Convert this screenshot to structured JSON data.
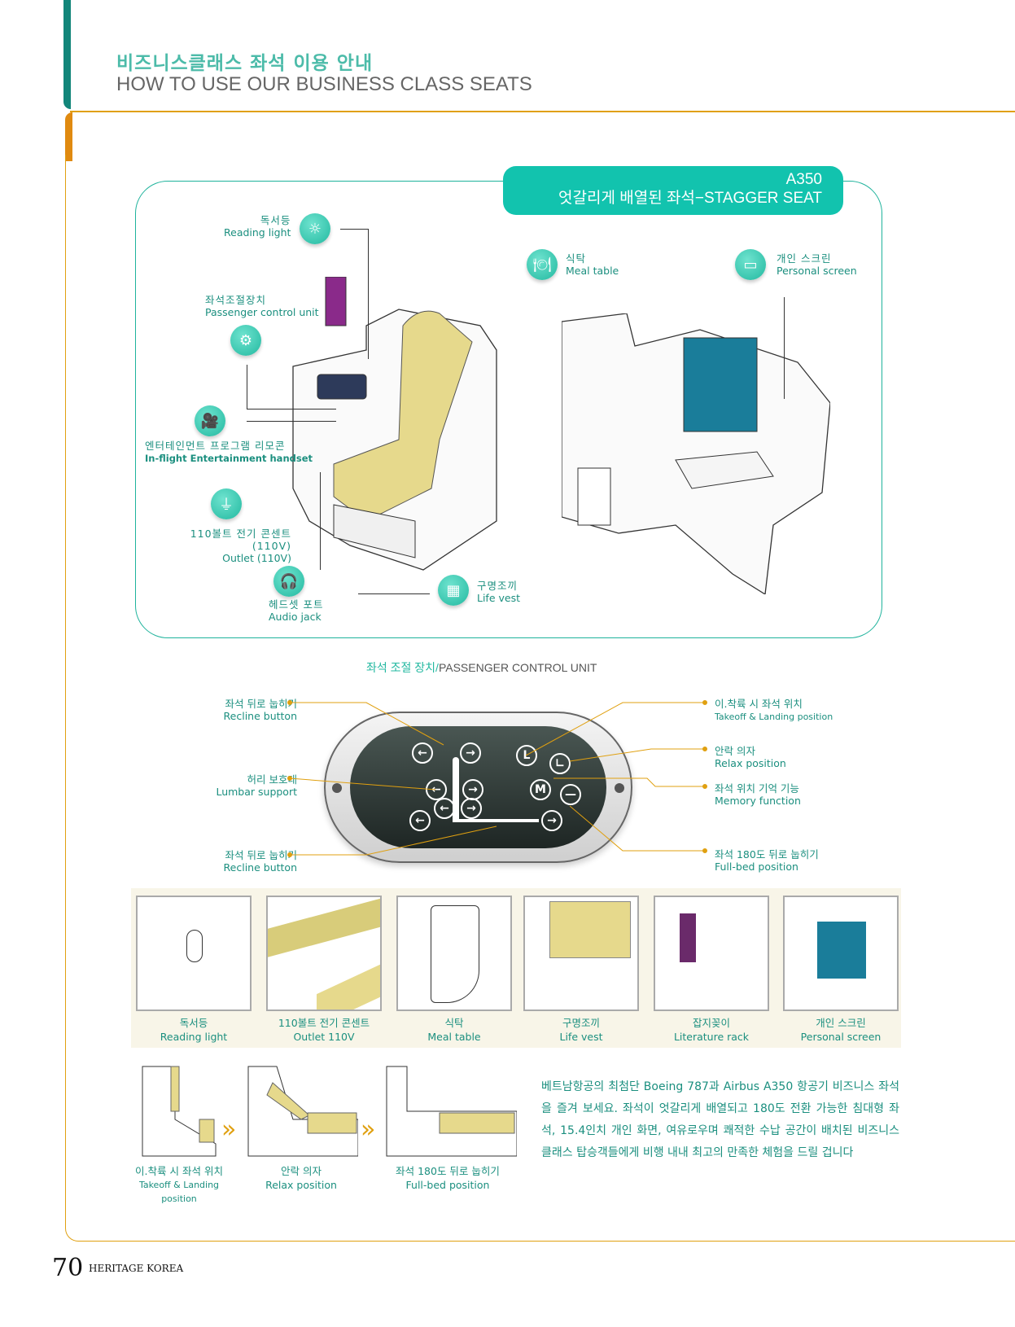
{
  "header": {
    "title_ko": "비즈니스클래스 좌석 이용 안내",
    "title_en": "HOW TO USE OUR BUSINESS CLASS SEATS"
  },
  "badge": {
    "model": "A350",
    "subtitle": "엇갈리게 배열된 좌석−STAGGER SEAT"
  },
  "seat_features": [
    {
      "ko": "독서등",
      "en": "Reading light",
      "icon": "lightbulb-icon"
    },
    {
      "ko": "좌석조절장치",
      "en": "Passenger control unit",
      "icon": "gear-icon"
    },
    {
      "ko": "엔터테인먼트 프로그램 리모콘",
      "en": "In-flight Entertainment handset",
      "icon": "remote-icon"
    },
    {
      "ko": "110볼트 전기 콘센트 (110V)",
      "en": "Outlet (110V)",
      "icon": "outlet-icon"
    },
    {
      "ko": "헤드셋 포트",
      "en": "Audio jack",
      "icon": "headphones-icon"
    },
    {
      "ko": "구명조끼",
      "en": "Life vest",
      "icon": "life-vest-icon"
    },
    {
      "ko": "식탁",
      "en": "Meal table",
      "icon": "meal-icon"
    },
    {
      "ko": "개인 스크린",
      "en": "Personal screen",
      "icon": "screen-icon"
    }
  ],
  "control_unit": {
    "title_ko": "좌석 조절 장치/",
    "title_en": "PASSENGER CONTROL UNIT",
    "buttons": {
      "takeoff": "L",
      "relax": "∟",
      "memory": "M",
      "fullbed": "—"
    },
    "callouts": [
      {
        "ko": "좌석 뒤로 눕히기",
        "en": "Recline button"
      },
      {
        "ko": "허리 보호대",
        "en": "Lumbar support"
      },
      {
        "ko": "좌석 뒤로 눕히기",
        "en": "Recline button"
      },
      {
        "ko": "이.착륙 시 좌석 위치",
        "en": "Takeoff & Landing position"
      },
      {
        "ko": "안락 의자",
        "en": "Relax position"
      },
      {
        "ko": "좌석 위치 기억 기능",
        "en": "Memory function"
      },
      {
        "ko": "좌석 180도 뒤로 눕히기",
        "en": "Full-bed position"
      }
    ]
  },
  "thumbnails": [
    {
      "ko": "독서등",
      "en": "Reading light"
    },
    {
      "ko": "110볼트 전기 콘센트",
      "en": "Outlet 110V"
    },
    {
      "ko": "식탁",
      "en": "Meal table"
    },
    {
      "ko": "구명조끼",
      "en": "Life vest"
    },
    {
      "ko": "잡지꽂이",
      "en": "Literature rack"
    },
    {
      "ko": "개인 스크린",
      "en": "Personal screen"
    }
  ],
  "positions": [
    {
      "ko": "이.착륙 시 좌석 위치",
      "en": "Takeoff & Landing position"
    },
    {
      "ko": "안락 의자",
      "en": "Relax position"
    },
    {
      "ko": "좌석 180도 뒤로 눕히기",
      "en": "Full-bed position"
    }
  ],
  "arrow": "»",
  "paragraph": "베트남항공의 최첨단 Boeing 787과 Airbus A350 항공기 비즈니스 좌석을 즐겨 보세요. 좌석이 엇갈리게 배열되고 180도 전환 가능한 침대형 좌석, 15.4인치 개인 화면, 여유로우며 쾌적한 수납 공간이 배치된 비즈니스클래스 탑승객들에게 비행 내내 최고의 만족한 체험을 드릴 겁니다",
  "footer": {
    "page": "70",
    "magazine": "HERITAGE KOREA"
  },
  "colors": {
    "teal": "#1fc3ac",
    "gold": "#e0a010",
    "seat": "#e6d98c",
    "dark_panel": "#2d3a37"
  }
}
